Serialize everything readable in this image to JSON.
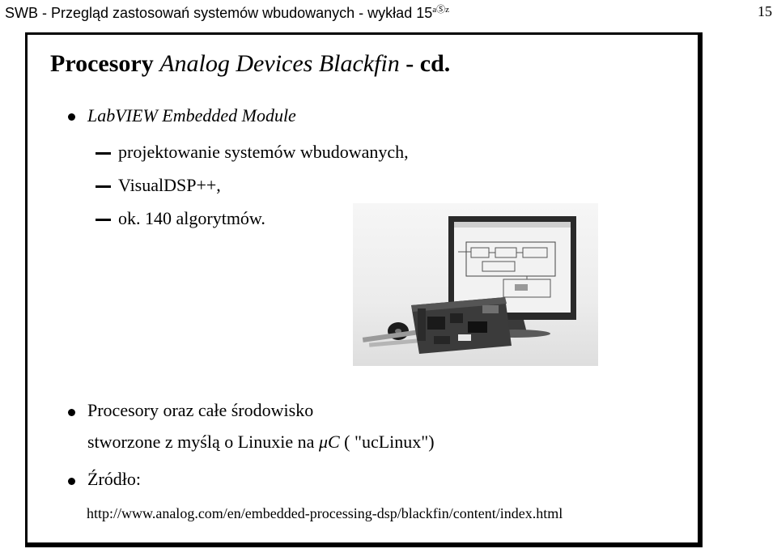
{
  "header": {
    "title": "SWB - Przegląd zastosowań systemów wbudowanych - wykład 15",
    "superscript": "aⓈz",
    "page_number": "15"
  },
  "slide": {
    "title_bold_1": "Procesory",
    "title_italic": "Analog Devices Blackfin",
    "title_bold_2": "- cd.",
    "bullet1": {
      "text": "LabVIEW Embedded Module",
      "sub": [
        "projektowanie systemów wbudowanych,",
        "VisualDSP++,",
        "ok. 140 algorytmów."
      ]
    },
    "bullet2": {
      "line1": "Procesory oraz całe środowisko",
      "line2_before": "stworzone z myślą o Linuxie na",
      "line2_math": "μC",
      "line2_after": "( \"ucLinux\")"
    },
    "bullet3": {
      "text": "Źródło:",
      "url": "http://www.analog.com/en/embedded-processing-dsp/blackfin/content/index.html"
    }
  }
}
